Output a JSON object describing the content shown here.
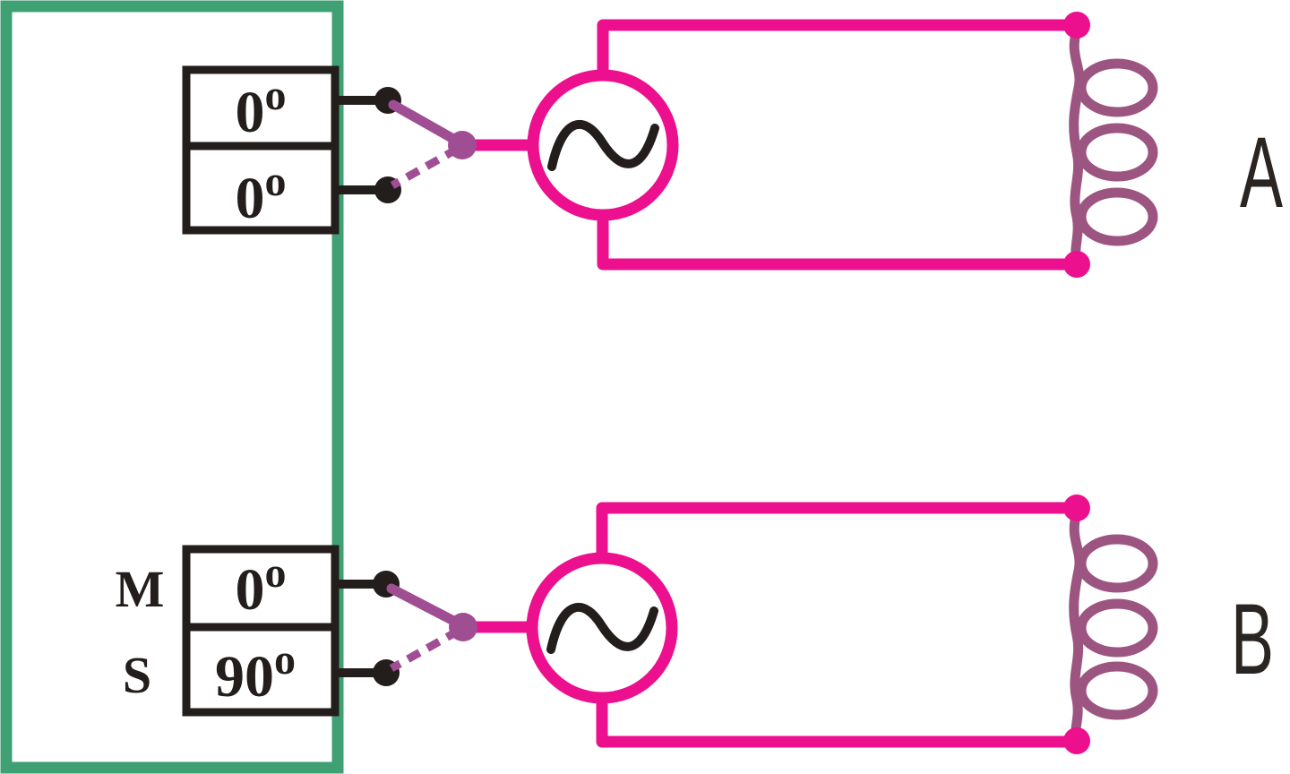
{
  "diagram": {
    "type": "two-circuit phase-shifter diagram",
    "degree_symbol": "o",
    "circuits": [
      {
        "label": "A",
        "source_icon": "ac-sine-source-icon",
        "load_icon": "inductor-coil-icon",
        "switch_icon": "selector-switch-icon",
        "phase_shifter": {
          "rows": [
            {
              "side_label": "",
              "angle": "0"
            },
            {
              "side_label": "",
              "angle": "0"
            }
          ]
        }
      },
      {
        "label": "B",
        "source_icon": "ac-sine-source-icon",
        "load_icon": "inductor-coil-icon",
        "switch_icon": "selector-switch-icon",
        "phase_shifter": {
          "rows": [
            {
              "side_label": "M",
              "angle": "0"
            },
            {
              "side_label": "S",
              "angle": "90"
            }
          ]
        }
      }
    ],
    "colors": {
      "wire_pink": "#ec108e",
      "coil_purple": "#9c5580",
      "switch_purple": "#a04e93",
      "frame_green": "#3fa173",
      "ink_black": "#231d1b",
      "label_gray": "#2b2522"
    }
  }
}
